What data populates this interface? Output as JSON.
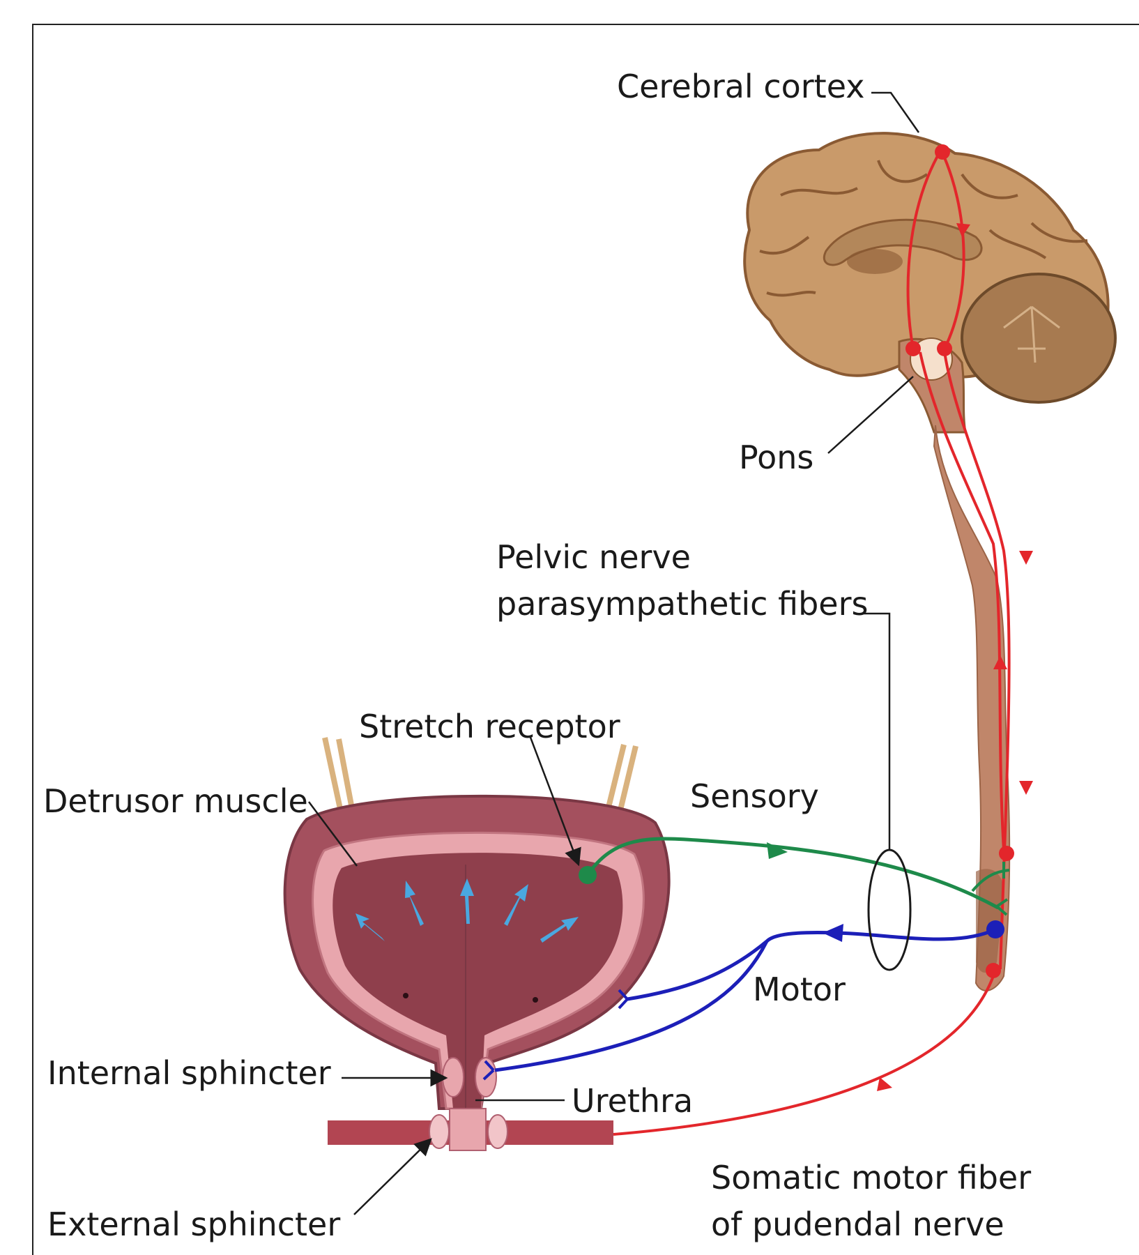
{
  "labels": {
    "cerebral_cortex": "Cerebral cortex",
    "pons": "Pons",
    "pelvic_nerve_line1": "Pelvic nerve",
    "pelvic_nerve_line2": "parasympathetic fibers",
    "stretch_receptor": "Stretch receptor",
    "detrusor_muscle": "Detrusor muscle",
    "sensory": "Sensory",
    "motor": "Motor",
    "internal_sphincter": "Internal  sphincter",
    "urethra": "Urethra",
    "external_sphincter": "External  sphincter",
    "somatic_line1": "Somatic motor fiber",
    "somatic_line2": "of pudendal nerve"
  },
  "colors": {
    "brain": "#c99a6a",
    "brain_dark": "#8a5a33",
    "cerebellum": "#a77a50",
    "spinal_cord": "#c0866a",
    "bladder_outer": "#a4505e",
    "bladder_wall": "#e8a6ad",
    "bladder_inner": "#8f3f4c",
    "sensory_fiber": "#1e8a4a",
    "motor_fiber": "#1c1fb8",
    "cortical_fiber": "#e3262b",
    "stretch_arrow": "#4aa8e0"
  }
}
